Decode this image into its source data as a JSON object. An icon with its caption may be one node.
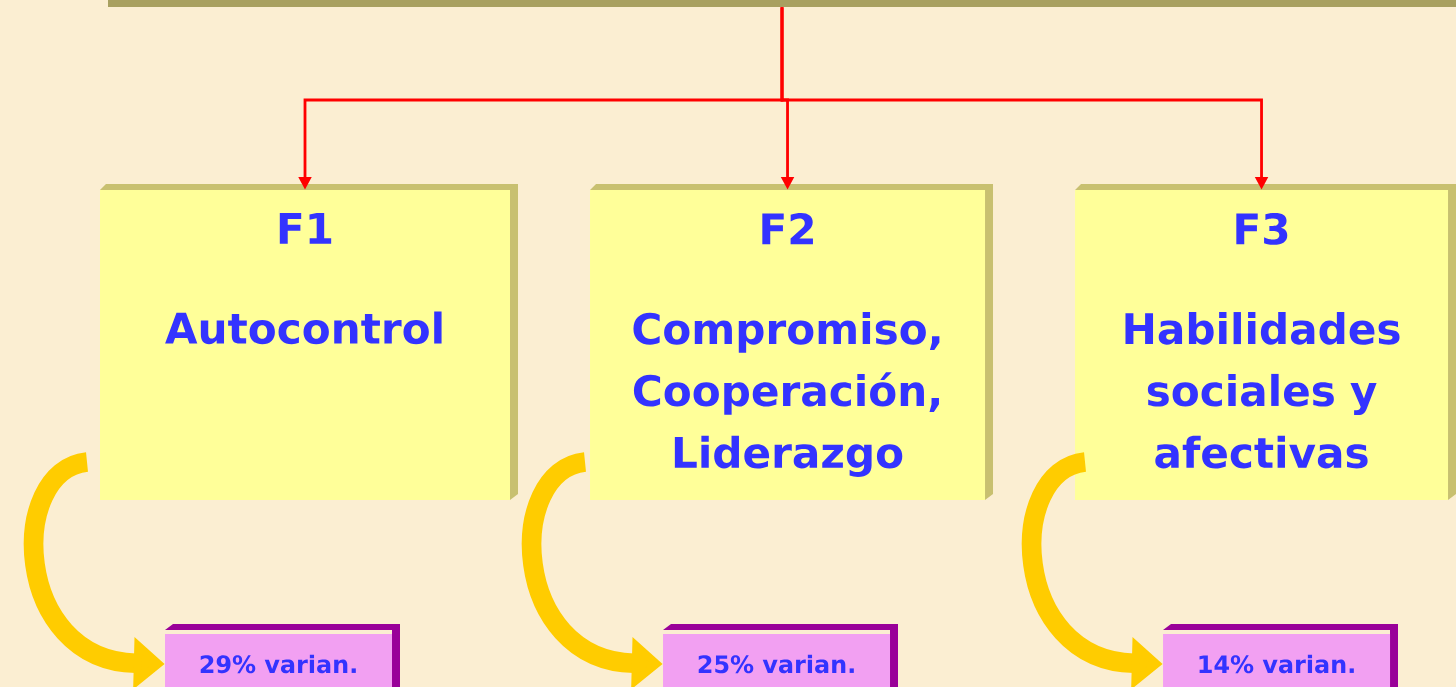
{
  "diagram": {
    "nodes": [
      {
        "text": [],
        "shape": "bar"
      },
      {
        "text": [
          "F1",
          "Autocontrol"
        ]
      },
      {
        "text": [
          "F2",
          "Compromiso, Cooperación, Liderazgo"
        ]
      },
      {
        "text": [
          "F3",
          "Habilidades sociales y afectivas"
        ]
      },
      {
        "text": [
          "29% varian."
        ]
      },
      {
        "text": [
          "25% varian."
        ]
      },
      {
        "text": [
          "14% varian."
        ]
      }
    ],
    "edges": [
      {
        "from": 0,
        "to": 1,
        "arrow": "to",
        "color": "#ff0000"
      },
      {
        "from": 0,
        "to": 2,
        "arrow": "to",
        "color": "#ff0000"
      },
      {
        "from": 0,
        "to": 3,
        "arrow": "to",
        "color": "#ff0000"
      },
      {
        "from": null,
        "to": 4,
        "arrow": "to",
        "style": "thick",
        "color": "#ffcc00"
      },
      {
        "from": null,
        "to": 5,
        "arrow": "to",
        "style": "thick",
        "color": "#ffcc00"
      },
      {
        "from": null,
        "to": 6,
        "arrow": "to",
        "style": "thick",
        "color": "#ffcc00"
      }
    ]
  }
}
